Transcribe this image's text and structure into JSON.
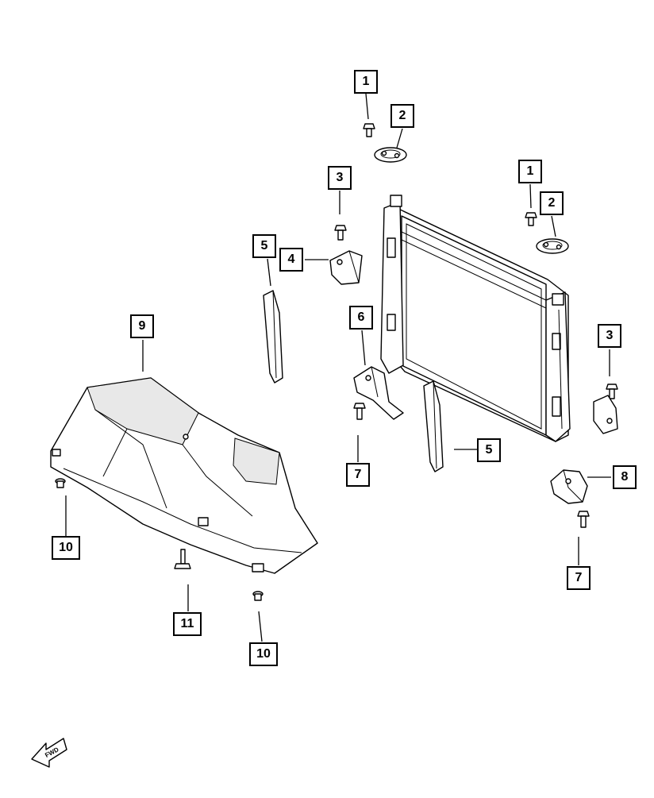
{
  "callouts": {
    "c1a": "1",
    "c2a": "2",
    "c3a": "3",
    "c5a": "5",
    "c4": "4",
    "c1b": "1",
    "c2b": "2",
    "c9": "9",
    "c6": "6",
    "c3b": "3",
    "c5b": "5",
    "c7a": "7",
    "c8": "8",
    "c10a": "10",
    "c7b": "7",
    "c11": "11",
    "c10b": "10"
  },
  "fwd_label": "FWD"
}
